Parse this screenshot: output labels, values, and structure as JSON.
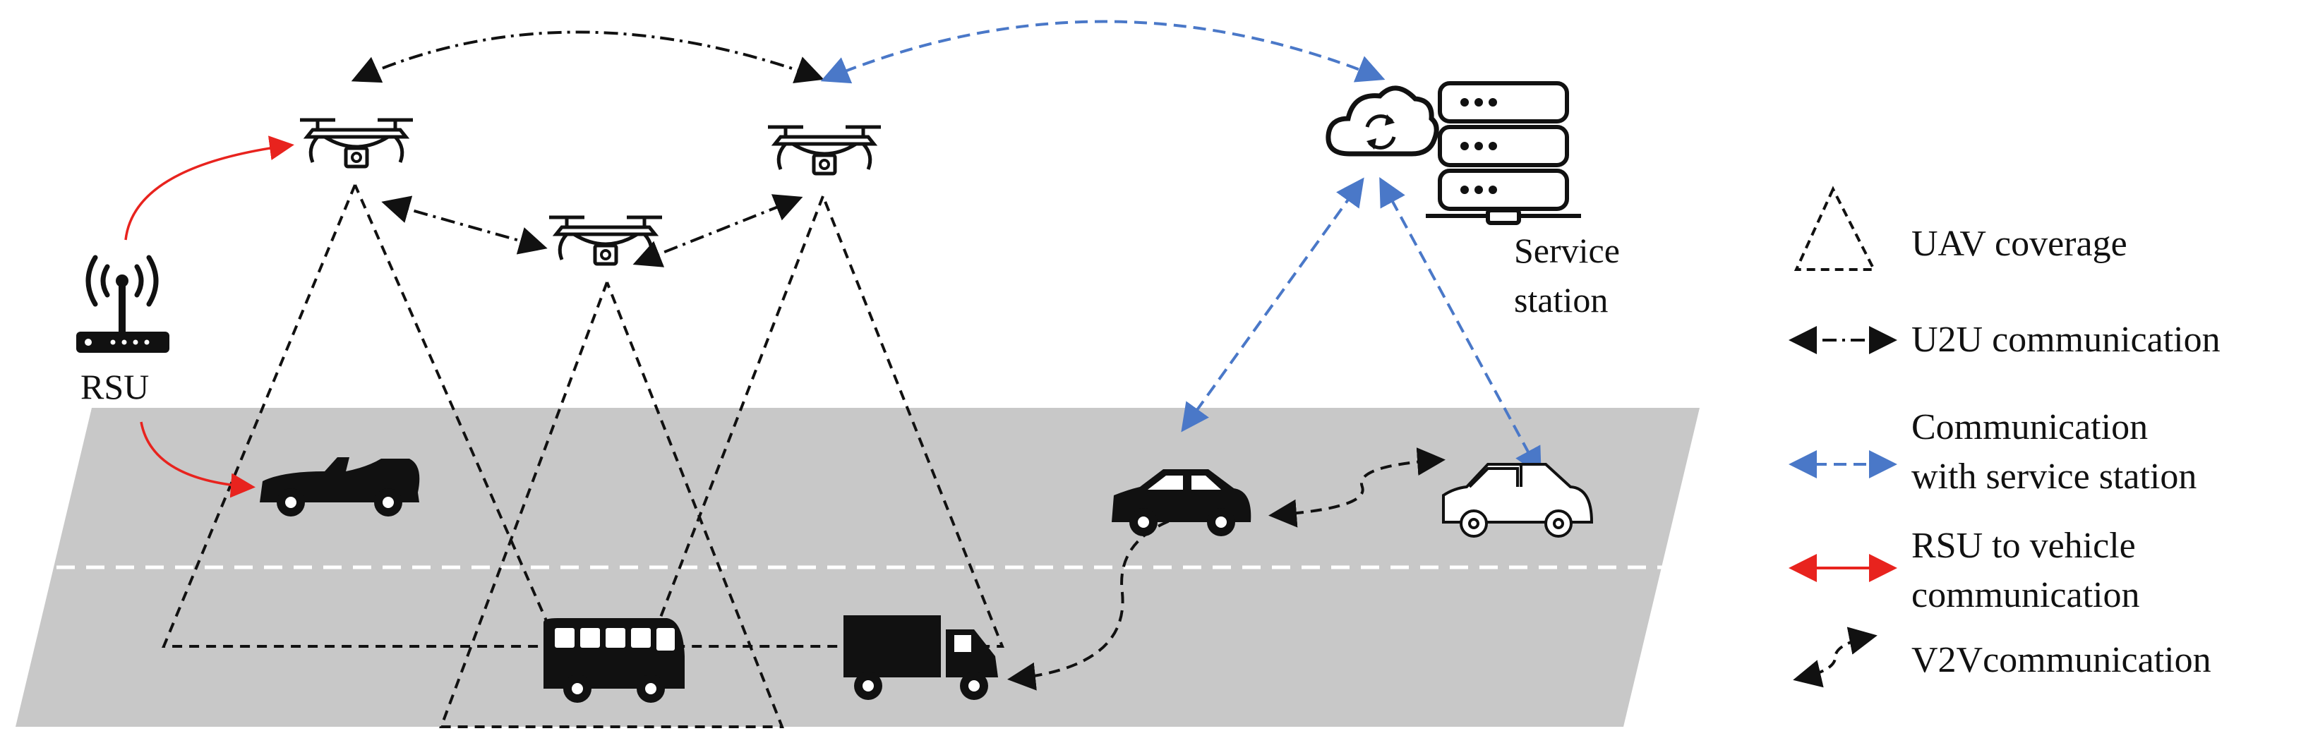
{
  "labels": {
    "rsu": "RSU",
    "service_line1": "Service",
    "service_line2": "station"
  },
  "legend": {
    "uav_coverage": "UAV coverage",
    "u2u": "U2U communication",
    "service_line1": "Communication",
    "service_line2": "with service station",
    "rsu_line1": "RSU  to vehicle",
    "rsu_line2": "communication",
    "v2v": "V2Vcommunication"
  },
  "colors": {
    "road": "#c8c8c8",
    "lane_marking": "#ffffff",
    "black_link": "#111111",
    "service_link": "#4a78c8",
    "rsu_link": "#e8231e"
  },
  "icons": [
    "drone-icon",
    "rsu-router-icon",
    "cloud-sync-icon",
    "server-rack-icon",
    "convertible-car-icon",
    "bus-icon",
    "truck-icon",
    "sedan-icon",
    "hatchback-outline-icon"
  ]
}
